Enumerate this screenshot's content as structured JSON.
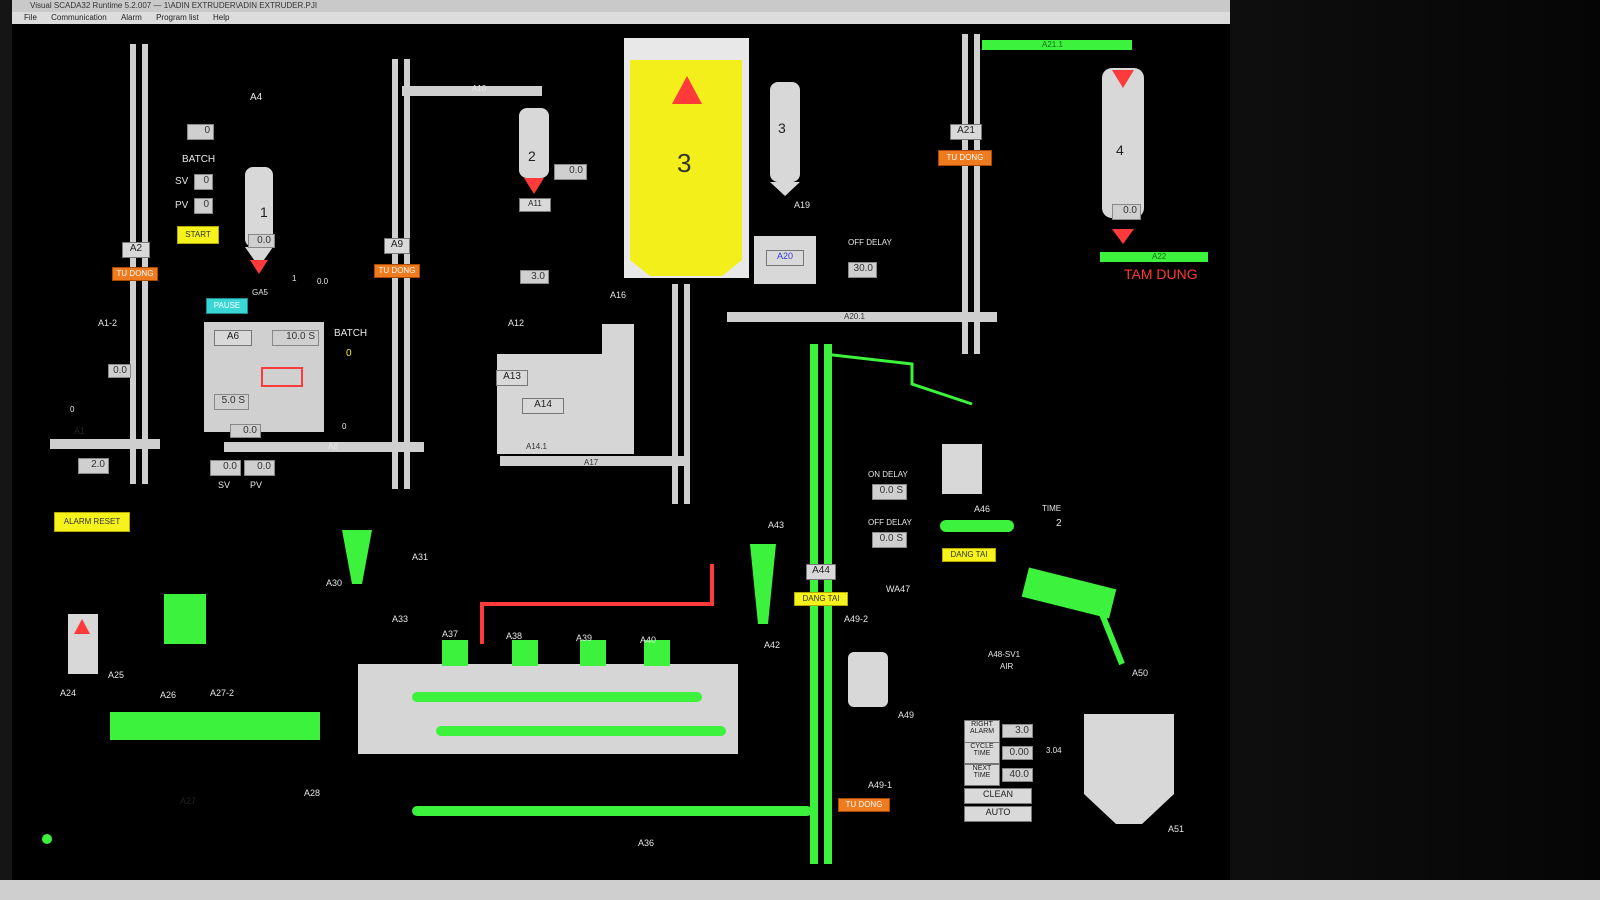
{
  "window": {
    "title": "Visual SCADA32 Runtime 5.2.007 — 1\\ADIN EXTRUDER\\ADIN EXTRUDER.PJI",
    "menu": [
      "File",
      "Communication",
      "Alarm",
      "Program list",
      "Help"
    ]
  },
  "colors": {
    "running": "#3cf23c",
    "idle": "#cfcfcf",
    "alarm": "#ff3a3a",
    "auto_button": "#f07a1e",
    "warn_button": "#f6f21c"
  },
  "labels": {
    "A4": "A4",
    "A2": "A2",
    "A9": "A9",
    "A10": "A10",
    "A11": "A11",
    "A12": "A12",
    "A13": "A13",
    "A14": "A14",
    "A14_1": "A14.1",
    "A16": "A16",
    "A17": "A17",
    "A19": "A19",
    "A20": "A20",
    "A20_1": "A20.1",
    "A21": "A21",
    "A21_1": "A21.1",
    "A22": "A22",
    "A1": "A1",
    "A1_2": "A1-2",
    "A5": "GA5",
    "A6": "A6",
    "A8": "A8",
    "A24": "A24",
    "A25": "A25",
    "A26": "A26",
    "A27": "A27",
    "A27_2": "A27-2",
    "A28": "A28",
    "A30": "A30",
    "A31": "A31",
    "A33": "A33",
    "A36": "A36",
    "A37": "A37",
    "A38": "A38",
    "A39": "A39",
    "A40": "A40",
    "A42": "A42",
    "A43": "A43",
    "A44": "A44",
    "A46": "A46",
    "WA47": "WA47",
    "A48_SV1": "A48-SV1",
    "AIR": "AIR",
    "A49": "A49",
    "A49_1": "A49-1",
    "A49_2": "A49-2",
    "A50": "A50",
    "A51": "A51"
  },
  "bins": {
    "bin1": "1",
    "bin2": "2",
    "bin3_small": "3",
    "bin3_big": "3",
    "bin4": "4"
  },
  "controls": {
    "batch_label": "BATCH",
    "sv_label": "SV",
    "pv_label": "PV",
    "start": "START",
    "pause": "PAUSE",
    "tu_dong": "TU DONG",
    "alarm_reset": "ALARM RESET",
    "dang_tai": "DANG TAI",
    "tam_dung": "TAM DUNG",
    "on_delay": "ON DELAY",
    "off_delay": "OFF DELAY",
    "off_delay_2": "OFF DELAY",
    "time": "TIME",
    "right_alarm": "RIGHT ALARM",
    "cycle_time": "CYCLE TIME",
    "next_time": "NEXT TIME",
    "clean": "CLEAN",
    "auto": "AUTO"
  },
  "values": {
    "a4_count": "0",
    "batch_sv": "0",
    "batch_pv": "0",
    "a5_val": "0.0",
    "a5_one": "1",
    "a5_small": "0.0",
    "a6_sec": "10.0 S",
    "a6_batch_label": "BATCH",
    "a6_batch_val": "0",
    "a6_sec2": "5.0 S",
    "a6_r": "0.0",
    "a6_zero": "0",
    "a8_sv": "0.0",
    "a8_pv": "0.0",
    "a1_val": "0.0",
    "a1_base": "2.0",
    "a1_zero": "0",
    "bin2_val": "0.0",
    "a12_val": "3.0",
    "a20_offdelay": "30.0",
    "bin4_val": "0.0",
    "on_delay_val": "0.0 S",
    "off_delay_val": "0.0 S",
    "time_val": "2",
    "right_alarm_val": "3.0",
    "cycle_time_val": "0.00",
    "next_time_val": "40.0",
    "side_val": "3.04"
  },
  "status_bar": {
    "indicator": "running"
  }
}
